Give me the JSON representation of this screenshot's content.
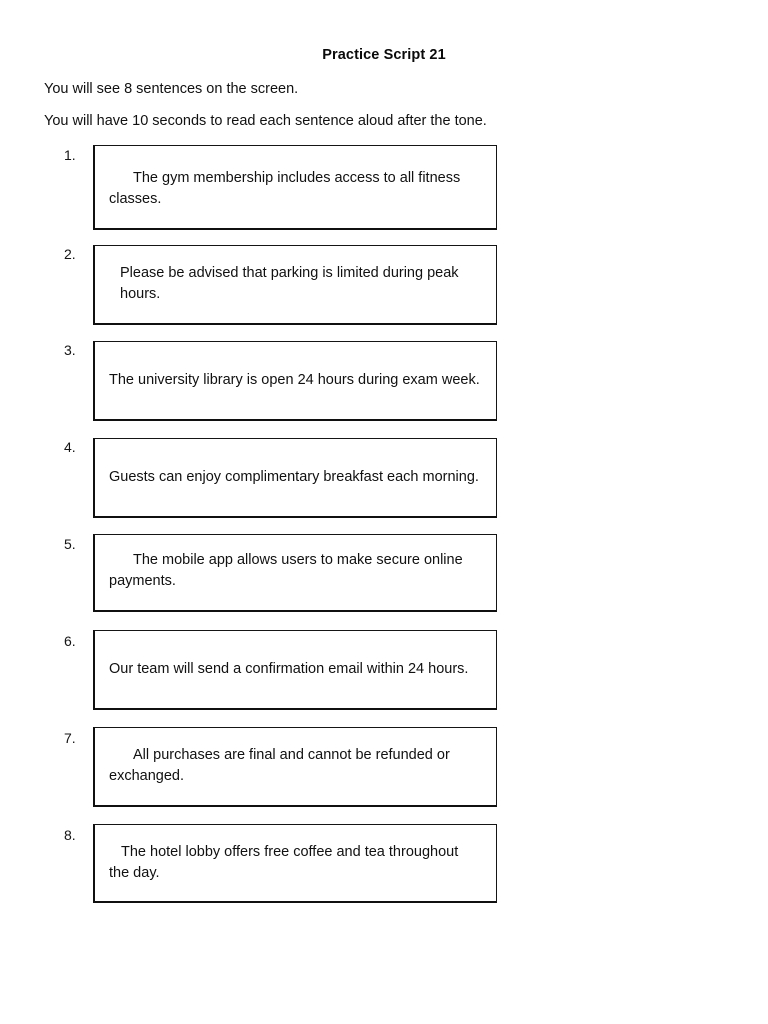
{
  "document": {
    "title": "Practice Script 21",
    "intro_lines": [
      "You will see 8 sentences on the screen.",
      "You will have 10 seconds to read each sentence aloud after the tone."
    ],
    "sentence_count": 8,
    "seconds_per_sentence": 10
  },
  "items": [
    {
      "number": "1.",
      "text": "The gym membership includes access to all fitness classes.",
      "lines": 2,
      "indented": true
    },
    {
      "number": "2.",
      "text": "Please be advised that parking is limited during peak hours.",
      "lines": 2,
      "indented": false
    },
    {
      "number": "3.",
      "text": "The university library is open 24 hours during exam week.",
      "lines": 1,
      "indented": false
    },
    {
      "number": "4.",
      "text": "Guests can enjoy complimentary breakfast each morning.",
      "lines": 1,
      "indented": false
    },
    {
      "number": "5.",
      "text": "The mobile app allows users to make secure online payments.",
      "lines": 2,
      "indented": true
    },
    {
      "number": "6.",
      "text": "Our team will send a confirmation email within 24 hours.",
      "lines": 1,
      "indented": false
    },
    {
      "number": "7.",
      "text": "All purchases are final and cannot be refunded or exchanged.",
      "lines": 2,
      "indented": true
    },
    {
      "number": "8.",
      "text": "The hotel lobby offers free coffee and tea throughout the day.",
      "lines": 2,
      "indented": true
    }
  ],
  "colors": {
    "page_background": "#ffffff",
    "text": "#111111",
    "box_border": "#101010"
  }
}
